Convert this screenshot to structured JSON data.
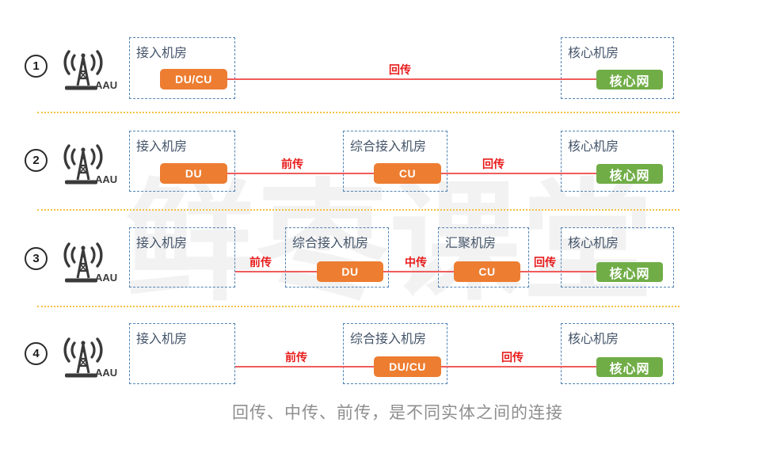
{
  "watermark": "鲜枣课堂",
  "caption": "回传、中传、前传，是不同实体之间的连接",
  "colors": {
    "node_orange": "#ED7D31",
    "node_green": "#70AD47",
    "room_border": "#5083B4",
    "room_label_text": "#44546A",
    "link_line": "#F15C5C",
    "link_label_text": "#E81B1B",
    "separator": "#F5C242",
    "caption_text": "#8E8E8E"
  },
  "rows": [
    {
      "number": "1",
      "aau": "AAU",
      "rooms": [
        {
          "label": "接入机房"
        },
        {
          "label": "核心机房"
        }
      ],
      "nodes": [
        {
          "label": "DU/CU"
        },
        {
          "label": "核心网"
        }
      ],
      "links": [
        {
          "label": "回传"
        }
      ]
    },
    {
      "number": "2",
      "aau": "AAU",
      "rooms": [
        {
          "label": "接入机房"
        },
        {
          "label": "综合接入机房"
        },
        {
          "label": "核心机房"
        }
      ],
      "nodes": [
        {
          "label": "DU"
        },
        {
          "label": "CU"
        },
        {
          "label": "核心网"
        }
      ],
      "links": [
        {
          "label": "前传"
        },
        {
          "label": "回传"
        }
      ]
    },
    {
      "number": "3",
      "aau": "AAU",
      "rooms": [
        {
          "label": "接入机房"
        },
        {
          "label": "综合接入机房"
        },
        {
          "label": "汇聚机房"
        },
        {
          "label": "核心机房"
        }
      ],
      "nodes": [
        {
          "label": "DU"
        },
        {
          "label": "CU"
        },
        {
          "label": "核心网"
        }
      ],
      "links": [
        {
          "label": "前传"
        },
        {
          "label": "中传"
        },
        {
          "label": "回传"
        }
      ]
    },
    {
      "number": "4",
      "aau": "AAU",
      "rooms": [
        {
          "label": "接入机房"
        },
        {
          "label": "综合接入机房"
        },
        {
          "label": "核心机房"
        }
      ],
      "nodes": [
        {
          "label": "DU/CU"
        },
        {
          "label": "核心网"
        }
      ],
      "links": [
        {
          "label": "前传"
        },
        {
          "label": "回传"
        }
      ]
    }
  ]
}
